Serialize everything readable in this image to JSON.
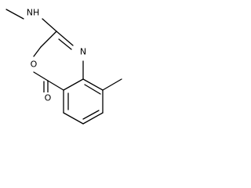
{
  "molecule": {
    "atoms": {
      "nh": "NH",
      "ring_n": "N",
      "ring_o": "O",
      "carbonyl_o": "O"
    }
  }
}
